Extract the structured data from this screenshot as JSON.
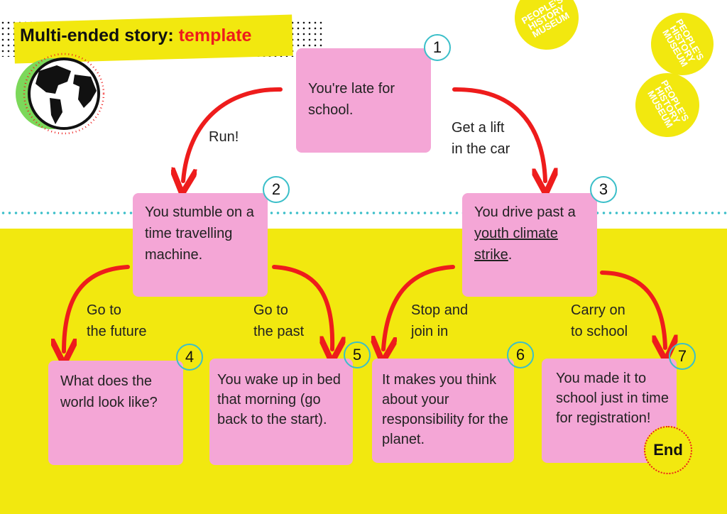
{
  "title": {
    "prefix": "Multi-ended story: ",
    "highlight": "template"
  },
  "logo_text": "PEOPLE'S HISTORY MUSEUM",
  "colors": {
    "yellow": "#f2e80f",
    "pink": "#f4a6d6",
    "red": "#ee1c1c",
    "teal": "#3bbfc9"
  },
  "boxes": [
    {
      "num": "1",
      "text": "You're late for school."
    },
    {
      "num": "2",
      "text": "You stumble on a time travelling machine."
    },
    {
      "num": "3",
      "text_before": "You drive past a ",
      "link": "youth climate strike",
      "text_after": "."
    },
    {
      "num": "4",
      "text": "What does the world look like?"
    },
    {
      "num": "5",
      "text": "You wake up in bed that morning (go back to the start)."
    },
    {
      "num": "6",
      "text": "It makes you think about your responsibility for the planet."
    },
    {
      "num": "7",
      "text": "You made it to school just in time for registration!"
    }
  ],
  "choices": {
    "run": "Run!",
    "lift_1": "Get a lift",
    "lift_2": "in the car",
    "future_1": "Go to",
    "future_2": "the future",
    "past_1": "Go to",
    "past_2": "the past",
    "stop_1": "Stop and",
    "stop_2": "join in",
    "carry_1": "Carry on",
    "carry_2": "to school"
  },
  "end_label": "End"
}
